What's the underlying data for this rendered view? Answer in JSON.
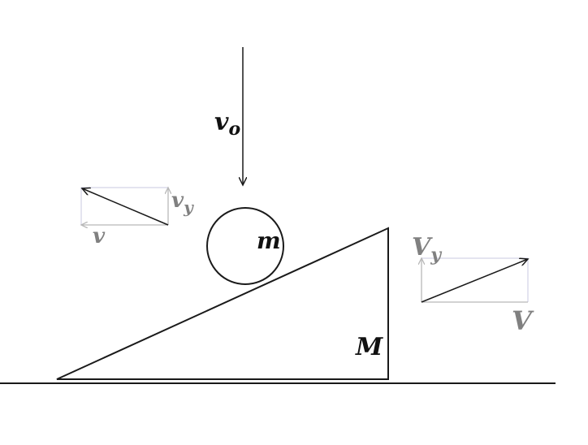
{
  "labels": {
    "initial_velocity": "v",
    "initial_velocity_sub": "o",
    "ball_mass": "m",
    "wedge_mass": "M",
    "ball_velocity": "v",
    "ball_velocity_y": "v",
    "ball_velocity_y_sub": "y",
    "wedge_velocity": "V",
    "wedge_velocity_y": "V",
    "wedge_velocity_y_sub": "y"
  },
  "colors": {
    "line": "#1a1a1a",
    "component_line": "#b8b8b8",
    "component_frame": "#c8c8e0",
    "component_label": "#808080"
  }
}
